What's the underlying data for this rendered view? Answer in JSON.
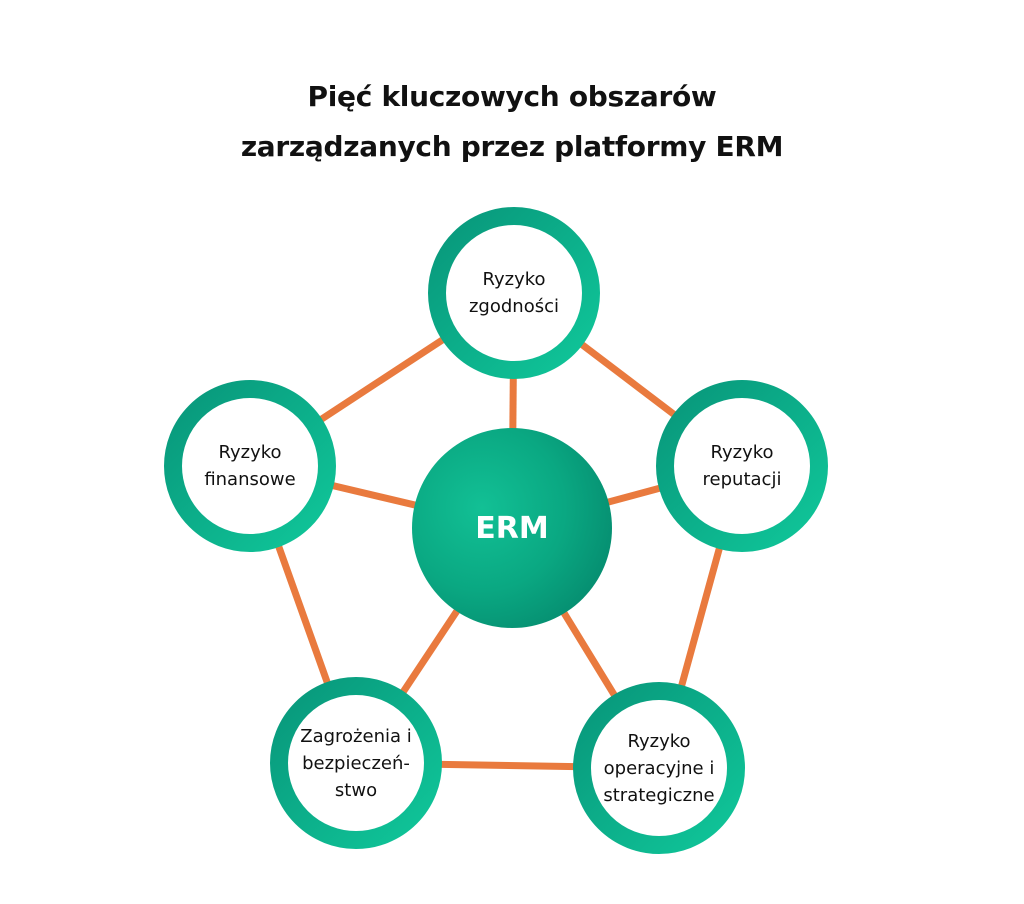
{
  "title": {
    "line1": "Pięć kluczowych obszarów",
    "line2": "zarządzanych przez platformy ERM"
  },
  "center": {
    "label": "ERM"
  },
  "nodes": [
    {
      "id": "compliance",
      "lines": [
        "Ryzyko",
        "zgodności"
      ]
    },
    {
      "id": "reputation",
      "lines": [
        "Ryzyko",
        "reputacji"
      ]
    },
    {
      "id": "operational",
      "lines": [
        "Ryzyko",
        "operacyjne i",
        "strategiczne"
      ]
    },
    {
      "id": "security",
      "lines": [
        "Zagrożenia i",
        "bezpieczeń-",
        "stwo"
      ]
    },
    {
      "id": "financial",
      "lines": [
        "Ryzyko",
        "finansowe"
      ]
    }
  ],
  "colors": {
    "ring_dark": "#08967a",
    "ring_light": "#10c79a",
    "center_dark": "#05896d",
    "center_light": "#12c095",
    "connector": "#e97a3e",
    "text": "#111111",
    "center_text": "#ffffff"
  }
}
